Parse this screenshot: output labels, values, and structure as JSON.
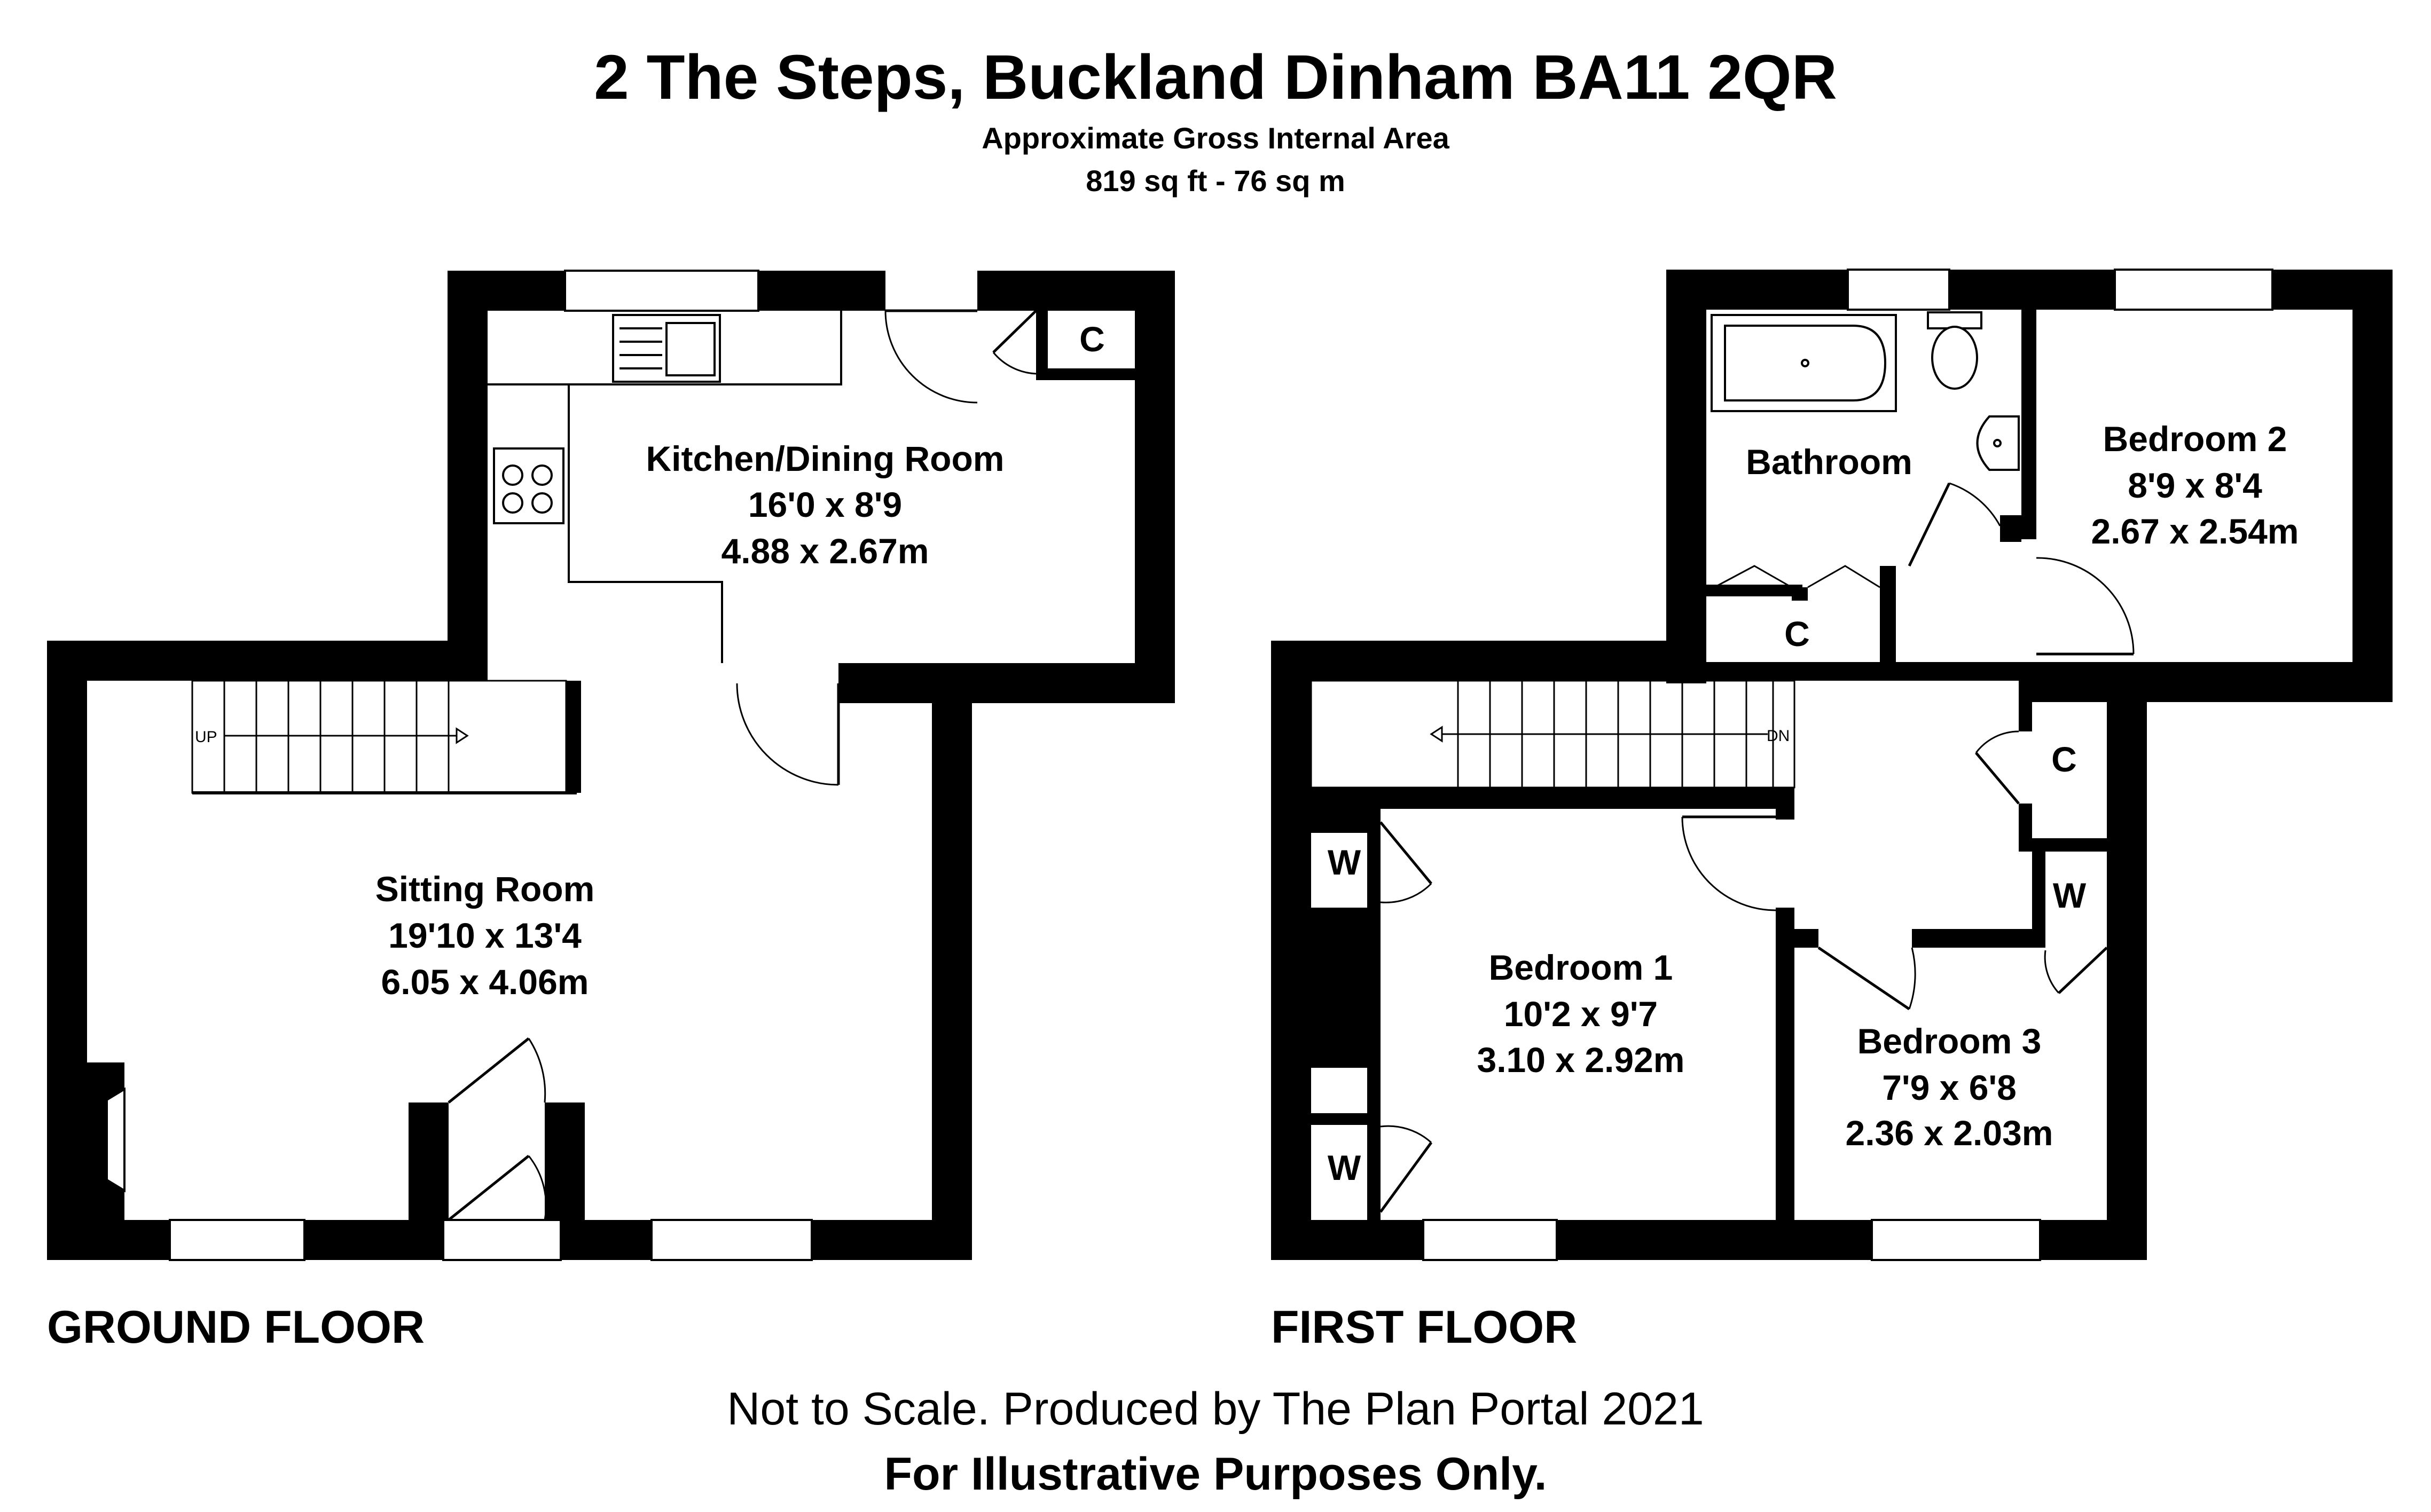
{
  "header": {
    "title": "2 The Steps, Buckland Dinham BA11 2QR",
    "area_label": "Approximate Gross Internal Area",
    "area_value": "819 sq ft - 76 sq m"
  },
  "floors": {
    "ground": {
      "label": "GROUND FLOOR",
      "rooms": {
        "kitchen": {
          "name": "Kitchen/Dining Room",
          "imperial": "16'0 x 8'9",
          "metric": "4.88 x 2.67m"
        },
        "sitting": {
          "name": "Sitting Room",
          "imperial": "19'10 x 13'4",
          "metric": "6.05 x 4.06m"
        }
      },
      "cupboard_label": "C",
      "stair_label": "UP"
    },
    "first": {
      "label": "FIRST FLOOR",
      "rooms": {
        "bathroom": {
          "name": "Bathroom"
        },
        "bedroom2": {
          "name": "Bedroom 2",
          "imperial": "8'9 x 8'4",
          "metric": "2.67 x 2.54m"
        },
        "bedroom1": {
          "name": "Bedroom 1",
          "imperial": "10'2 x 9'7",
          "metric": "3.10 x 2.92m"
        },
        "bedroom3": {
          "name": "Bedroom 3",
          "imperial": "7'9 x 6'8",
          "metric": "2.36 x 2.03m"
        }
      },
      "cupboard_label": "C",
      "wardrobe_label": "W",
      "stair_label": "DN"
    }
  },
  "footer": {
    "disclaimer": "Not to Scale. Produced by The Plan Portal 2021",
    "notice": "For Illustrative Purposes Only."
  }
}
